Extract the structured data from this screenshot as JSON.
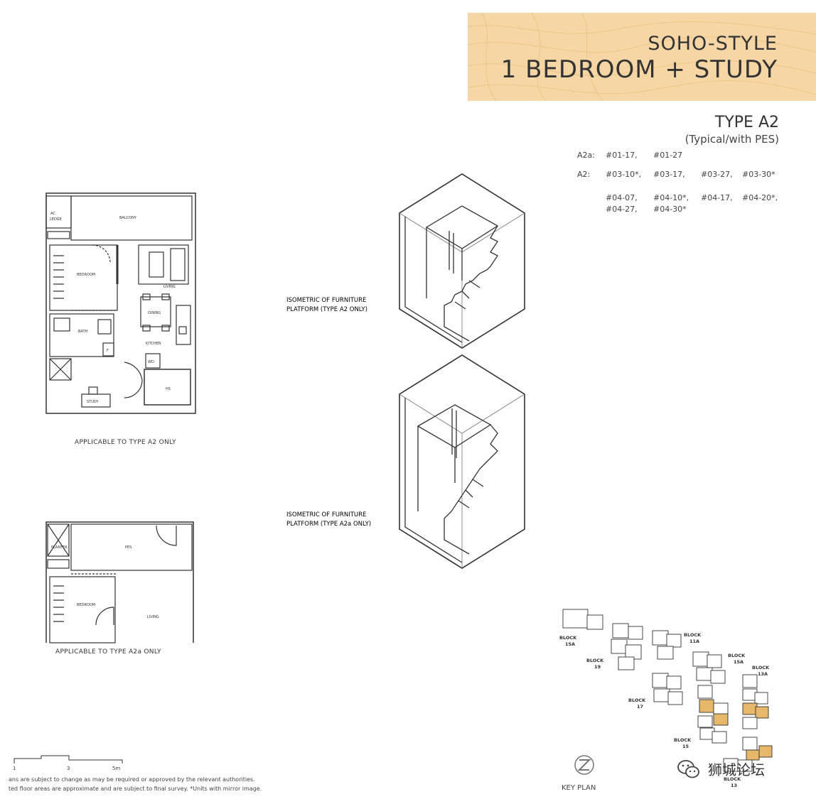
{
  "banner": {
    "style": "SOHO-STYLE",
    "title": "1 BEDROOM + STUDY",
    "color": "#f6d6a4"
  },
  "unit_type": {
    "title": "TYPE A2",
    "subtitle": "(Typical/with PES)"
  },
  "units": [
    {
      "type": "A2a:",
      "numbers": [
        "#01-17,",
        "#01-27"
      ]
    },
    {
      "type": "A2:",
      "numbers": [
        "#03-10*,",
        "#03-17,",
        "#03-27,",
        "#03-30*"
      ]
    },
    {
      "type": "",
      "numbers": [
        "#04-07,",
        "#04-10*,",
        "#04-17,",
        "#04-20*,"
      ]
    },
    {
      "type": "",
      "numbers": [
        "#04-27,",
        "#04-30*"
      ]
    }
  ],
  "floorplan_a2": {
    "rooms": {
      "ac_ledge_1": "AC",
      "ac_ledge_2": "LEDGE",
      "balcony": "BALCONY",
      "bedroom": "BEDROOM",
      "living": "LIVING",
      "dining": "DINING",
      "bath": "BATH",
      "kitchen": "KITCHEN",
      "wd": "WD",
      "study": "STUDY",
      "hs": "HS",
      "f": "F"
    },
    "caption": "APPLICABLE TO TYPE A2 ONLY"
  },
  "floorplan_a2a": {
    "rooms": {
      "pes": "PES",
      "planter": "PLANTER",
      "bedroom": "BEDROOM",
      "living": "LIVING"
    },
    "caption": "APPLICABLE TO TYPE A2a ONLY"
  },
  "iso_a2": {
    "line1": "ISOMETRIC OF FURNITURE",
    "line2": "PLATFORM (TYPE A2 ONLY)"
  },
  "iso_a2a": {
    "line1": "ISOMETRIC OF FURNITURE",
    "line2": "PLATFORM (TYPE A2a ONLY)"
  },
  "scale": {
    "marks": [
      "1",
      "3",
      "5m"
    ]
  },
  "disclaimer": {
    "line1": "ans are subject to change as may be required or approved by the relevant authorities.",
    "line2": "ted floor areas are approximate and are subject to final survey. *Units with mirror image."
  },
  "key_plan": {
    "title": "KEY PLAN",
    "blocks": {
      "b15a_top": "BLOCK",
      "b15a_top_n": "15A",
      "b19": "BLOCK",
      "b19_n": "19",
      "b11a": "BLOCK",
      "b11a_n": "11A",
      "b15a": "BLOCK",
      "b15a_n": "15A",
      "b13a": "BLOCK",
      "b13a_n": "13A",
      "b17": "BLOCK",
      "b17_n": "17",
      "b15": "BLOCK",
      "b15_n": "15",
      "b13": "BLOCK",
      "b13_n": "13"
    },
    "highlight_color": "#e8b86a"
  },
  "watermark": "狮城论坛"
}
